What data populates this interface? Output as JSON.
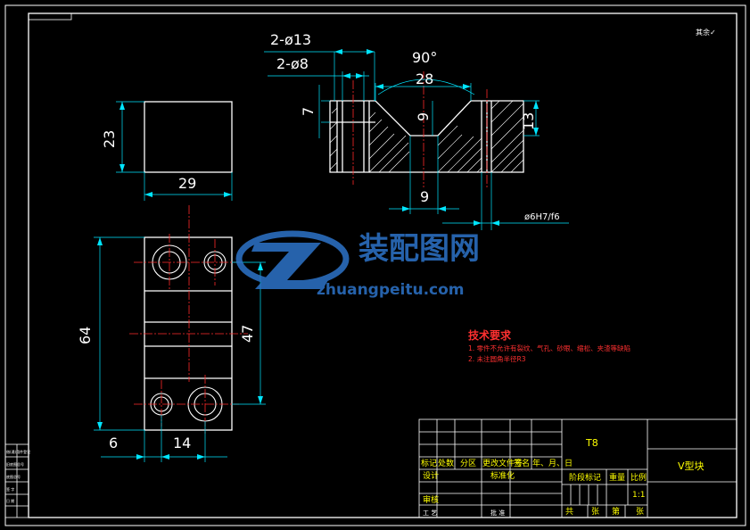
{
  "drawing": {
    "corner_note": "其余✓",
    "watermark": {
      "brand_cn": "装配图网",
      "brand_url": "zhuangpeitu.com"
    },
    "front_view": {
      "hole_spec_large": "2-ø13",
      "hole_spec_small": "2-ø8",
      "v_angle": "90°",
      "v_width": "28",
      "depth_left": "7",
      "depth_center": "9",
      "height_right": "13",
      "bottom_width": "9",
      "fit_tolerance": "ø6H7/f6"
    },
    "side_view": {
      "height": "23",
      "width": "29"
    },
    "top_view": {
      "height_total": "64",
      "height_inner": "47",
      "offset_left": "6",
      "spacing": "14"
    },
    "tech_requirements": {
      "title": "技术要求",
      "items": [
        "1. 零件不允许有裂纹、气孔、砂眼、缩松、夹渣等缺陷",
        "2. 未注圆角半径R3"
      ]
    },
    "title_block": {
      "material": "T8",
      "part_name": "V型块",
      "headers": [
        "标记",
        "处数",
        "分区",
        "更改文件号",
        "签名",
        "年、月、日"
      ],
      "design_label": "设计",
      "standard_label": "标准化",
      "review_label": "审核",
      "craft_label": "工 艺",
      "approve_label": "批 准",
      "stage_label": "阶段标记",
      "weight_label": "重量",
      "scale_label": "比例",
      "scale_value": "1:1",
      "sheet_labels": [
        "共",
        "张",
        "第",
        "张"
      ]
    },
    "left_strip": [
      "借(通)用件登记",
      "旧底图总号",
      "底图总号",
      "签 字",
      "日 期"
    ]
  },
  "colors": {
    "frame": "#ffffff",
    "outline": "#ffffff",
    "dimension": "#00e5ff",
    "centerline": "#ff2a2a",
    "tech_text": "#ff3030",
    "title_text": "#ffff00",
    "watermark": "#2d74c9"
  }
}
